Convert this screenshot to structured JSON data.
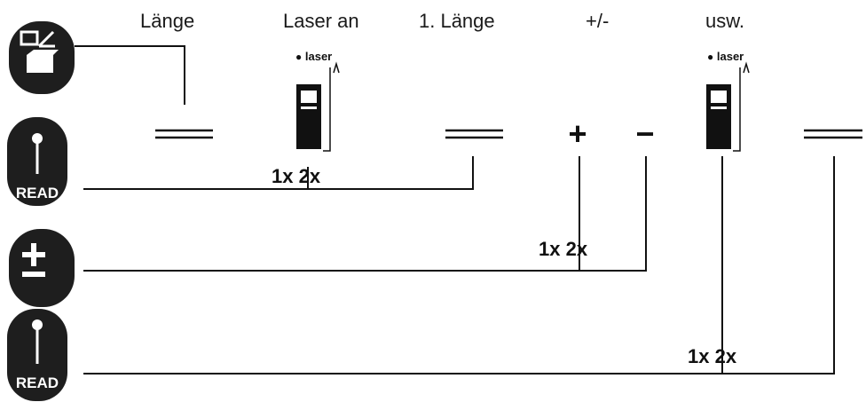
{
  "colors": {
    "ink": "#111111",
    "button_fill": "#1e1e1e",
    "button_glyph": "#ffffff",
    "background": "#ffffff"
  },
  "headers": [
    "Länge",
    "Laser an",
    "1. Länge",
    "+/-",
    "usw."
  ],
  "buttons": [
    {
      "icon": "measure-mode-icon"
    },
    {
      "icon": "laser-dot-icon",
      "label": "READ"
    },
    {
      "icon": "plus-minus-icon"
    },
    {
      "icon": "laser-dot-icon",
      "label": "READ"
    }
  ],
  "press_counts": [
    "1x 2x",
    "1x 2x",
    "1x 2x"
  ],
  "laser_labels": [
    "laser",
    "laser"
  ],
  "symbols": {
    "plus": "+",
    "minus": "−"
  }
}
